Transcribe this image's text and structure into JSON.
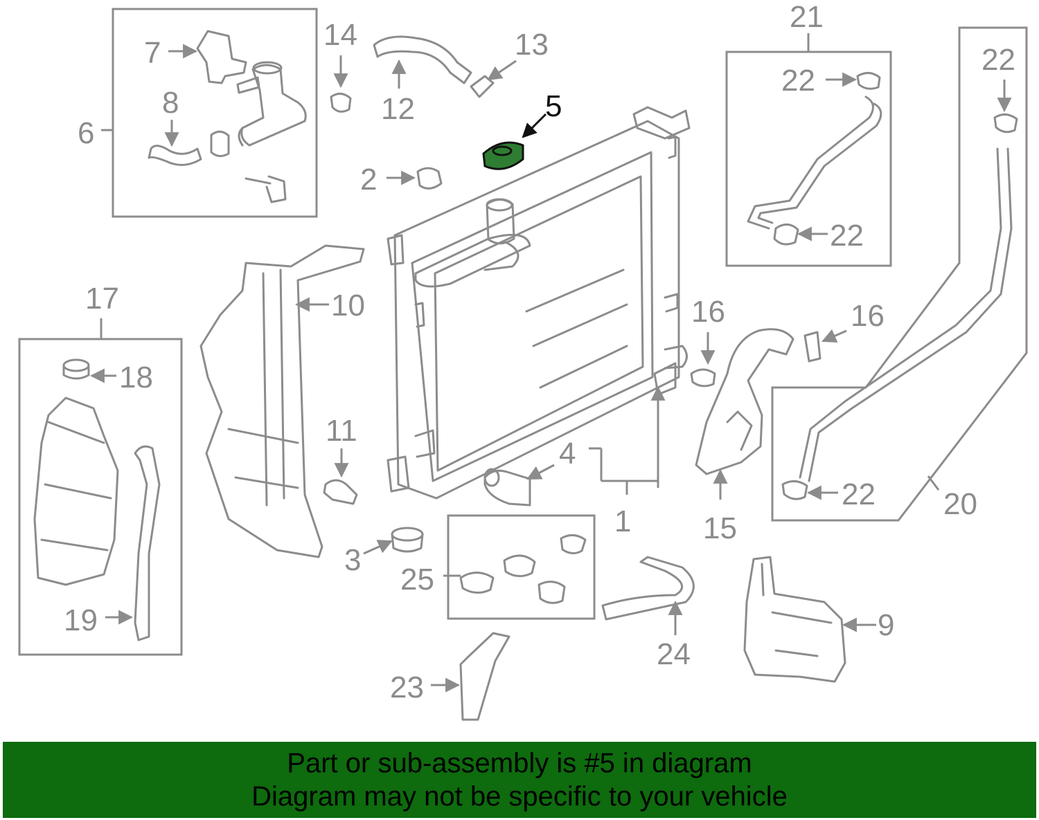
{
  "diagram": {
    "highlighted_part": "5",
    "callouts": {
      "c1": "1",
      "c2": "2",
      "c3": "3",
      "c4": "4",
      "c5": "5",
      "c6": "6",
      "c7": "7",
      "c8": "8",
      "c9": "9",
      "c10": "10",
      "c11": "11",
      "c12": "12",
      "c13": "13",
      "c14": "14",
      "c15": "15",
      "c16a": "16",
      "c16b": "16",
      "c17": "17",
      "c18": "18",
      "c19": "19",
      "c20": "20",
      "c21": "21",
      "c22a": "22",
      "c22b": "22",
      "c22c": "22",
      "c22d": "22",
      "c23": "23",
      "c24": "24",
      "c25": "25"
    }
  },
  "banner": {
    "line1": "Part or sub-assembly is #5 in diagram",
    "line2": "Diagram may not be specific to your vehicle"
  },
  "colors": {
    "line_gray": "#8c8c8c",
    "highlight_part": "#2e7d32",
    "banner_background": "#0e6b0e"
  }
}
